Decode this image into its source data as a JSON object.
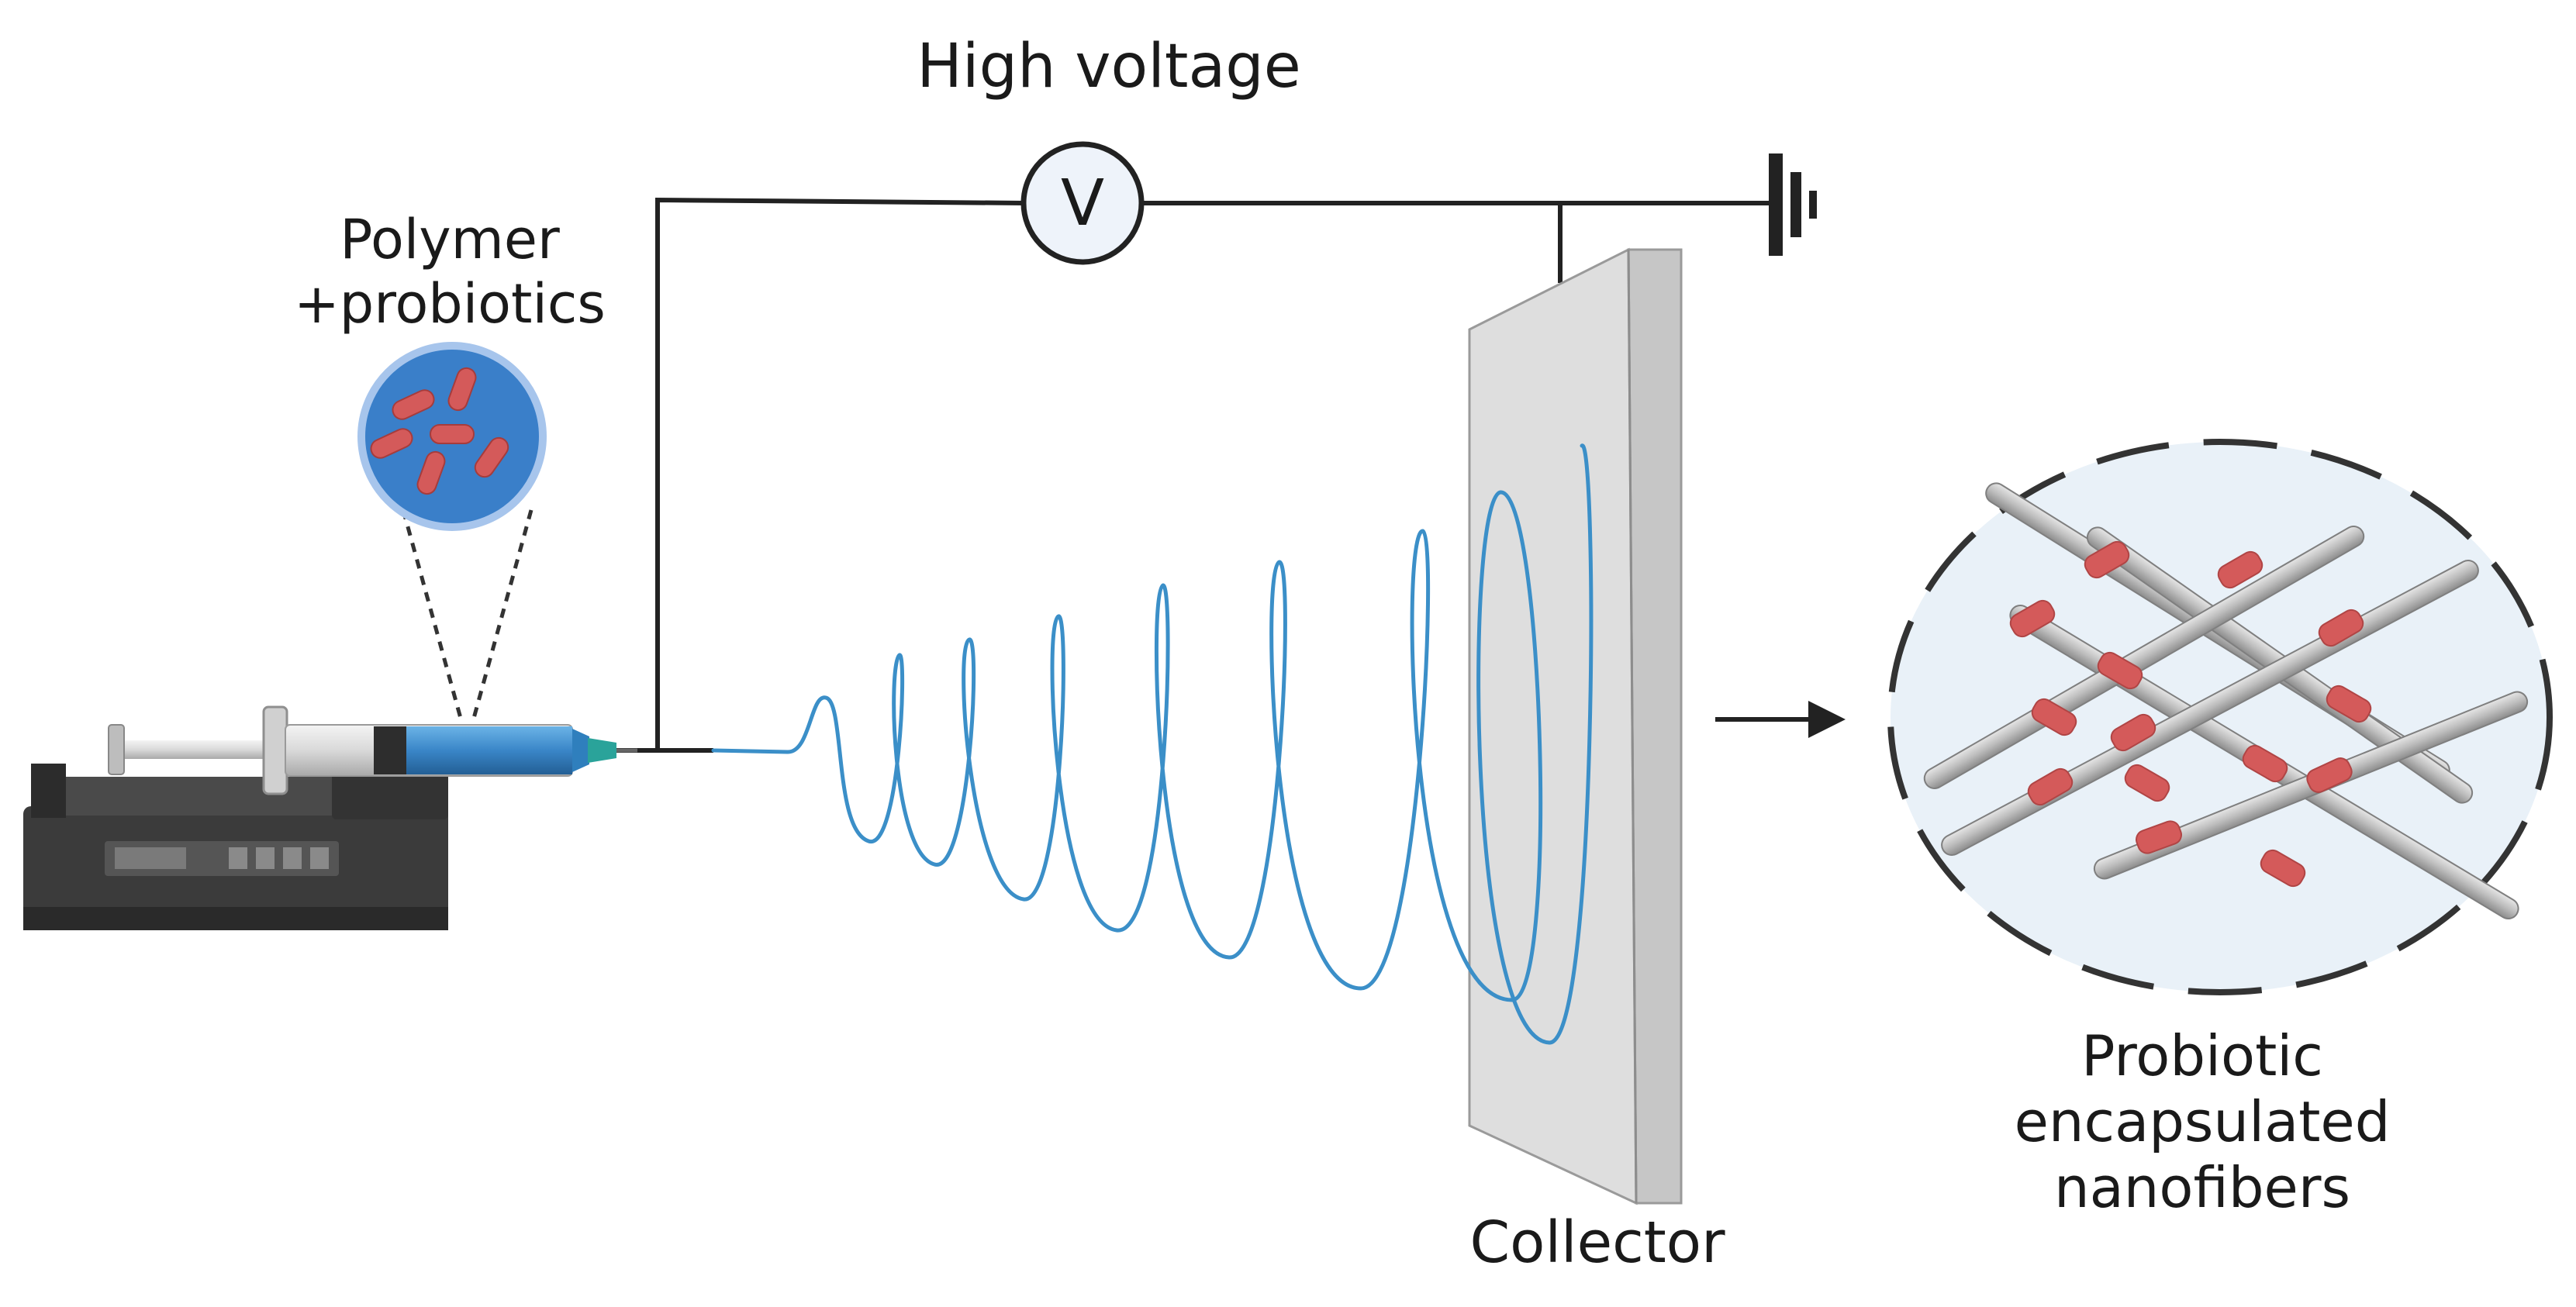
{
  "labels": {
    "high_voltage": "High voltage",
    "voltmeter_symbol": "V",
    "polymer_line1": "Polymer",
    "polymer_line2": "+probiotics",
    "collector": "Collector",
    "product_line1": "Probiotic",
    "product_line2": "encapsulated",
    "product_line3": "nanofibers"
  },
  "colors": {
    "wire": "#222222",
    "fiber_jet": "#3b8fc8",
    "syringe_fluid": "#3a86c8",
    "probiotic_circle": "#3a7fc9",
    "bacteria": "#d45a5a",
    "collector_face": "#dedede",
    "collector_side": "#c4c4c4",
    "pump_body": "#3a3a3a",
    "fiber_rod": "#b9b9b9",
    "mesh_bg": "#e9f1f8"
  },
  "icons": {
    "ground": "ground-symbol-icon",
    "voltmeter": "voltmeter-icon",
    "pump": "syringe-pump-icon",
    "arrow": "right-arrow-icon"
  }
}
